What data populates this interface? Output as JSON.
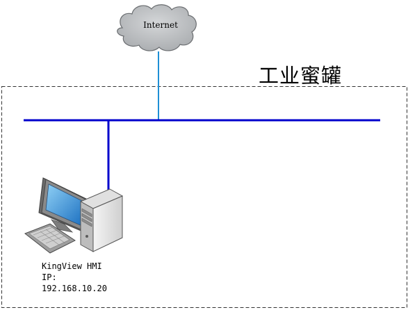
{
  "zone": {
    "label": "工业蜜罐"
  },
  "internet": {
    "label": "Internet",
    "icon": "cloud-icon"
  },
  "host": {
    "icon": "workstation-icon",
    "name": "KingView HMI",
    "ip_label": "IP:",
    "ip_value": "192.168.10.20"
  },
  "colors": {
    "bus_line": "#0000cc",
    "uplink_line": "#1e8fd6",
    "zone_border": "#333333",
    "cloud_fill": "#b8bbbe",
    "cloud_stroke": "#6a6d70"
  }
}
